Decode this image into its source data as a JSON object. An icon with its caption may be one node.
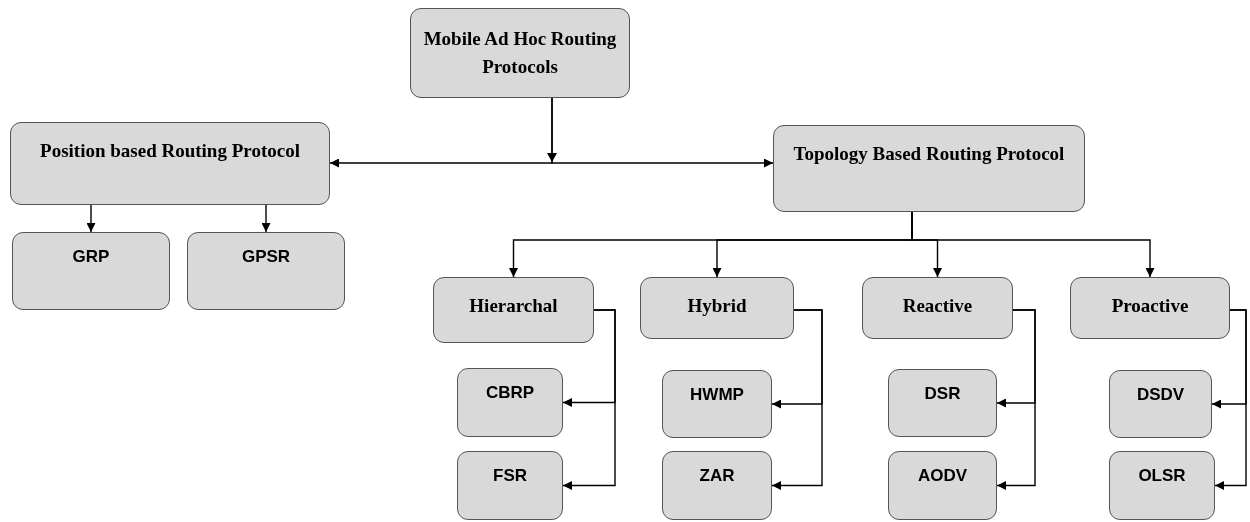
{
  "diagram": {
    "nodes": [
      {
        "text": [
          "Mobile Ad Hoc Routing Protocols"
        ]
      },
      {
        "text": [
          "Position based Routing Protocol"
        ]
      },
      {
        "text": [
          "Topology Based Routing Protocol"
        ]
      },
      {
        "text": [
          "GRP"
        ]
      },
      {
        "text": [
          "GPSR"
        ]
      },
      {
        "text": [
          "Hierarchal"
        ]
      },
      {
        "text": [
          "Hybrid"
        ]
      },
      {
        "text": [
          "Reactive"
        ]
      },
      {
        "text": [
          "Proactive"
        ]
      },
      {
        "text": [
          "CBRP"
        ]
      },
      {
        "text": [
          "FSR"
        ]
      },
      {
        "text": [
          "HWMP"
        ]
      },
      {
        "text": [
          "ZAR"
        ]
      },
      {
        "text": [
          "DSR"
        ]
      },
      {
        "text": [
          "AODV"
        ]
      },
      {
        "text": [
          "DSDV"
        ]
      },
      {
        "text": [
          "OLSR"
        ]
      }
    ],
    "edges": [
      {
        "from": 0,
        "to": 1,
        "arrow": "to"
      },
      {
        "from": 0,
        "to": 2,
        "arrow": "to"
      },
      {
        "from": 1,
        "to": 3,
        "arrow": "to"
      },
      {
        "from": 1,
        "to": 4,
        "arrow": "to"
      },
      {
        "from": 2,
        "to": 5,
        "arrow": "to"
      },
      {
        "from": 2,
        "to": 6,
        "arrow": "to"
      },
      {
        "from": 2,
        "to": 7,
        "arrow": "to"
      },
      {
        "from": 2,
        "to": 8,
        "arrow": "to"
      },
      {
        "from": 5,
        "to": 9,
        "arrow": "to"
      },
      {
        "from": 5,
        "to": 10,
        "arrow": "to"
      },
      {
        "from": 6,
        "to": 11,
        "arrow": "to"
      },
      {
        "from": 6,
        "to": 12,
        "arrow": "to"
      },
      {
        "from": 7,
        "to": 13,
        "arrow": "to"
      },
      {
        "from": 7,
        "to": 14,
        "arrow": "to"
      },
      {
        "from": 8,
        "to": 15,
        "arrow": "to"
      },
      {
        "from": 8,
        "to": 16,
        "arrow": "to"
      }
    ]
  }
}
